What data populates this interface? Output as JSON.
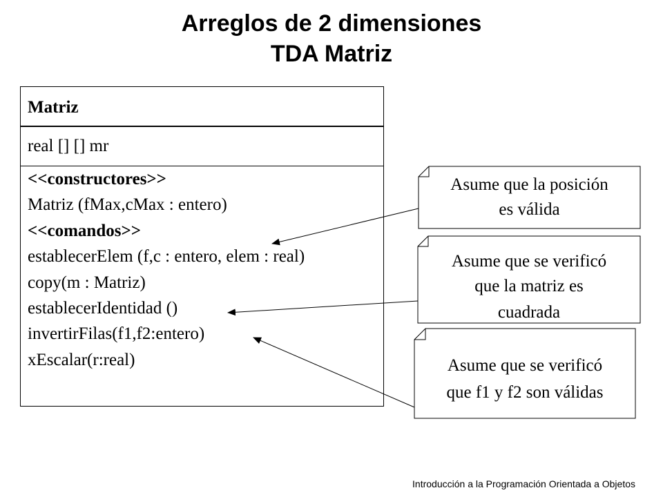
{
  "title": {
    "line1": "Arreglos de 2 dimensiones",
    "line2": "TDA Matriz"
  },
  "uml": {
    "class_name": "Matriz",
    "attribute": "real [] [] mr",
    "operations": [
      {
        "text": "<<constructores>>",
        "stereotype": true
      },
      {
        "text": "Matriz (fMax,cMax : entero)",
        "stereotype": false
      },
      {
        "text": "<<comandos>>",
        "stereotype": true
      },
      {
        "text": "establecerElem (f,c : entero, elem : real)",
        "stereotype": false
      },
      {
        "text": "copy(m : Matriz)",
        "stereotype": false
      },
      {
        "text": "establecerIdentidad ()",
        "stereotype": false
      },
      {
        "text": "invertirFilas(f1,f2:entero)",
        "stereotype": false
      },
      {
        "text": "xEscalar(r:real)",
        "stereotype": false
      }
    ]
  },
  "notes": [
    {
      "line1": "Asume que la posición",
      "line2": "es válida"
    },
    {
      "line1": "Asume que se verificó",
      "line2": "que la matriz es",
      "line3": "cuadrada"
    },
    {
      "line1": "Asume que se verificó",
      "line2": "que f1 y f2 son válidas"
    }
  ],
  "footer": "Introducción a la Programación Orientada a Objetos"
}
